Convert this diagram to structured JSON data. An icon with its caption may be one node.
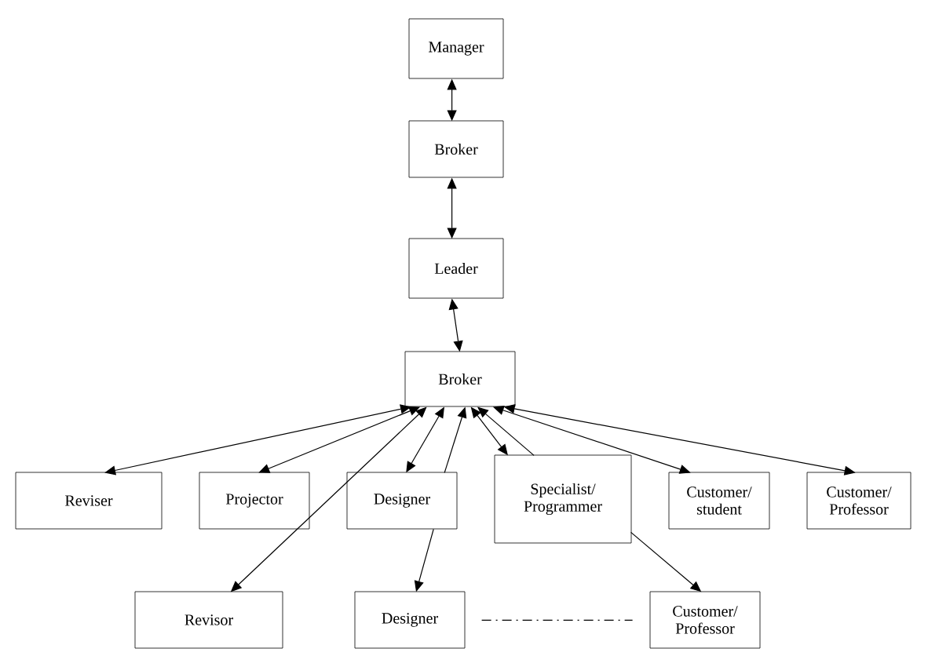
{
  "diagram": {
    "nodes": [
      {
        "text": [
          "Manager"
        ]
      },
      {
        "text": [
          "Broker"
        ]
      },
      {
        "text": [
          "Leader"
        ]
      },
      {
        "text": [
          "Broker"
        ]
      },
      {
        "text": [
          "Reviser"
        ]
      },
      {
        "text": [
          "Projector"
        ]
      },
      {
        "text": [
          "Designer"
        ]
      },
      {
        "text": [
          "Specialist/ Programmer"
        ]
      },
      {
        "text": [
          "Customer/ student"
        ]
      },
      {
        "text": [
          "Customer/ Professor"
        ]
      },
      {
        "text": [
          "Revisor"
        ]
      },
      {
        "text": [
          "Designer"
        ]
      },
      {
        "text": [
          "Customer/ Professor"
        ]
      }
    ],
    "edges": [
      {
        "from": 0,
        "to": 1,
        "arrow": "both"
      },
      {
        "from": 1,
        "to": 2,
        "arrow": "both"
      },
      {
        "from": 2,
        "to": 3,
        "arrow": "both"
      },
      {
        "from": 3,
        "to": 4,
        "arrow": "both"
      },
      {
        "from": 3,
        "to": 5,
        "arrow": "both"
      },
      {
        "from": 3,
        "to": 10,
        "arrow": "both"
      },
      {
        "from": 3,
        "to": 6,
        "arrow": "both"
      },
      {
        "from": 6,
        "to": 3,
        "arrow": "to"
      },
      {
        "from": 3,
        "to": 7,
        "arrow": "both"
      },
      {
        "from": 7,
        "to": 3,
        "arrow": "to"
      },
      {
        "from": 3,
        "to": 8,
        "arrow": "both"
      },
      {
        "from": 3,
        "to": 9,
        "arrow": "both"
      },
      {
        "from": 6,
        "to": 11,
        "arrow": "to"
      },
      {
        "from": 7,
        "to": 12,
        "arrow": "to"
      },
      {
        "from": 11,
        "to": 12,
        "arrow": "none",
        "style": "dashed"
      }
    ]
  }
}
